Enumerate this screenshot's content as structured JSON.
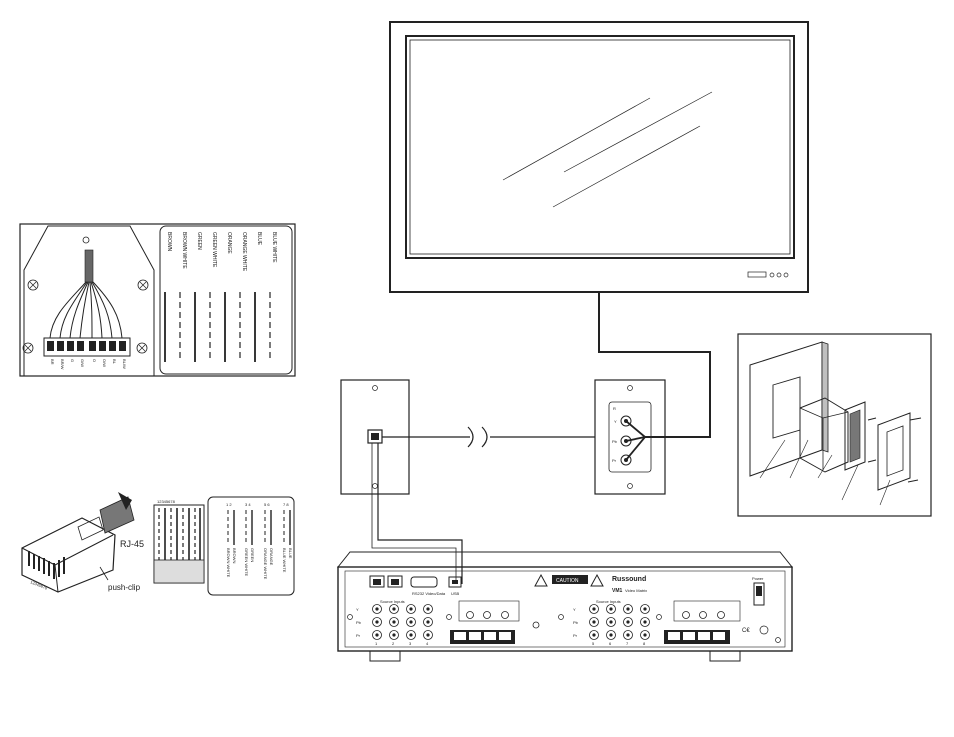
{
  "wire_colors": [
    "BLUE WHITE",
    "BLUE",
    "ORANGE WHITE",
    "ORANGE",
    "GREEN WHITE",
    "GREEN",
    "BROWN WHITE",
    "BROWN"
  ],
  "terminal_labels": [
    "BL/W",
    "BL",
    "O/W",
    "O",
    "G/W",
    "G",
    "BR/W",
    "BR"
  ],
  "rj45": {
    "label": "RJ-45",
    "clip_label": "push-clip",
    "pin_numbers": [
      "1",
      "2",
      "3",
      "4",
      "5",
      "6",
      "7",
      "8"
    ],
    "pin_number_strip": "12345678",
    "pair_numbers": [
      "1 2",
      "3 4",
      "5 6",
      "7 8"
    ]
  },
  "rack_unit": {
    "brand": "Russound",
    "model": "VM1",
    "model_desc": "Video Matrix",
    "caution": "CAUTION",
    "port_labels": [
      "RS232 Video/Data",
      "USB"
    ],
    "section_labels": [
      "Source Inputs",
      "Source Inputs"
    ],
    "row_labels": [
      "Y",
      "Pb",
      "Pr"
    ],
    "source_numbers_left": [
      "1",
      "2",
      "3",
      "4"
    ],
    "source_numbers_right": [
      "5",
      "6",
      "7",
      "8"
    ],
    "power_label": "Power"
  },
  "wall_plate_labels": [
    "Y",
    "Pb",
    "Pr"
  ],
  "colors": {
    "line": "#222222",
    "screen": "#ffffff",
    "frame_fill": "#ffffff",
    "wall_shade": "#bfbfbf"
  }
}
